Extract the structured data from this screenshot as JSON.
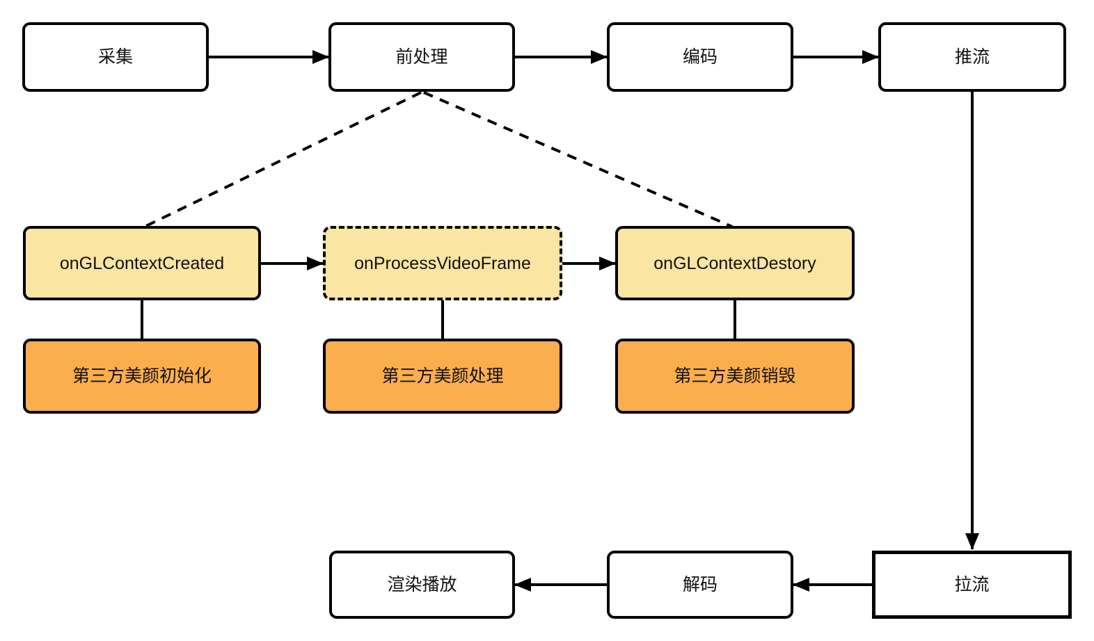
{
  "diagram": {
    "type": "flowchart",
    "colors": {
      "background": "#ffffff",
      "node_border": "#000000",
      "plain_node_fill": "#ffffff",
      "callback_node_fill": "#FBE5A2",
      "beauty_node_fill": "#FBAE4D",
      "connector": "#000000",
      "text": "#111111"
    },
    "nodes": {
      "capture": {
        "label": "采集"
      },
      "preprocess": {
        "label": "前处理"
      },
      "encode": {
        "label": "编码"
      },
      "push_stream": {
        "label": "推流"
      },
      "on_gl_context_created": {
        "label": "onGLContextCreated"
      },
      "on_process_video_frame": {
        "label": "onProcessVideoFrame"
      },
      "on_gl_context_destory": {
        "label": "onGLContextDestory"
      },
      "beauty_init": {
        "label": "第三方美颜初始化"
      },
      "beauty_process": {
        "label": "第三方美颜处理"
      },
      "beauty_destroy": {
        "label": "第三方美颜销毁"
      },
      "render_play": {
        "label": "渲染播放"
      },
      "decode": {
        "label": "解码"
      },
      "pull_stream": {
        "label": "拉流"
      }
    },
    "edges": [
      {
        "from": "capture",
        "to": "preprocess",
        "style": "solid-arrow"
      },
      {
        "from": "preprocess",
        "to": "encode",
        "style": "solid-arrow"
      },
      {
        "from": "encode",
        "to": "push_stream",
        "style": "solid-arrow"
      },
      {
        "from": "push_stream",
        "to": "pull_stream",
        "style": "solid-arrow"
      },
      {
        "from": "preprocess",
        "to": "on_gl_context_created",
        "style": "dashed-line"
      },
      {
        "from": "preprocess",
        "to": "on_gl_context_destory",
        "style": "dashed-line"
      },
      {
        "from": "on_gl_context_created",
        "to": "on_process_video_frame",
        "style": "solid-arrow"
      },
      {
        "from": "on_process_video_frame",
        "to": "on_gl_context_destory",
        "style": "solid-arrow"
      },
      {
        "from": "on_gl_context_created",
        "to": "beauty_init",
        "style": "solid-line"
      },
      {
        "from": "on_process_video_frame",
        "to": "beauty_process",
        "style": "solid-line"
      },
      {
        "from": "on_gl_context_destory",
        "to": "beauty_destroy",
        "style": "solid-line"
      },
      {
        "from": "pull_stream",
        "to": "decode",
        "style": "solid-arrow"
      },
      {
        "from": "decode",
        "to": "render_play",
        "style": "solid-arrow"
      }
    ]
  }
}
